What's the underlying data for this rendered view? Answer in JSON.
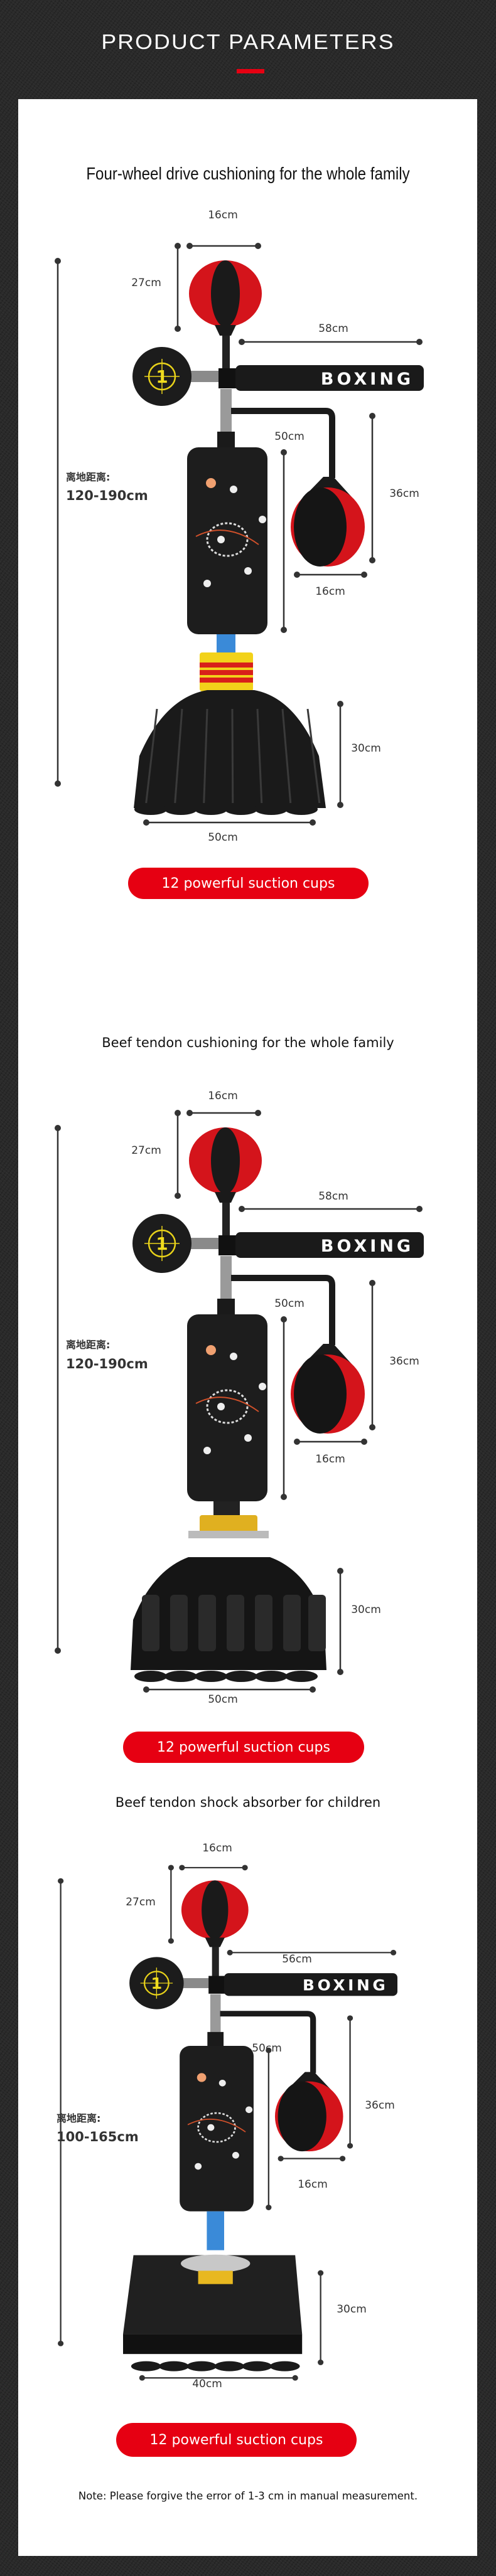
{
  "header": {
    "title": "PRODUCT PARAMETERS"
  },
  "colors": {
    "accent": "#e60012",
    "background": "#2a2a2a",
    "panel": "#ffffff",
    "dimension_line": "#333333",
    "ball_red": "#d4141b"
  },
  "product_print": {
    "target_number": "1",
    "bar_text": "BOXING"
  },
  "sections": [
    {
      "title": "Four-wheel drive cushioning for the whole family",
      "base_type": "springs",
      "dims": {
        "top_ball_width": "16cm",
        "top_ball_height": "27cm",
        "arm_length": "58cm",
        "bag_height": "50cm",
        "speed_ball_height": "36cm",
        "speed_ball_width": "16cm",
        "base_height": "30cm",
        "base_width": "50cm"
      },
      "height_label": "离地距离:",
      "height_range": "120-190cm",
      "badge": "12 powerful suction cups"
    },
    {
      "title": "Beef tendon cushioning for the whole family",
      "base_type": "wheel",
      "dims": {
        "top_ball_width": "16cm",
        "top_ball_height": "27cm",
        "arm_length": "58cm",
        "bag_height": "50cm",
        "speed_ball_height": "36cm",
        "speed_ball_width": "16cm",
        "base_height": "30cm",
        "base_width": "50cm"
      },
      "height_label": "离地距离:",
      "height_range": "120-190cm",
      "badge": "12 powerful suction cups"
    },
    {
      "title": "Beef tendon shock absorber for children",
      "base_type": "platform",
      "dims": {
        "top_ball_width": "16cm",
        "top_ball_height": "27cm",
        "arm_length": "56cm",
        "bag_height": "50cm",
        "speed_ball_height": "36cm",
        "speed_ball_width": "16cm",
        "base_height": "30cm",
        "base_width": "40cm"
      },
      "height_label": "离地距离:",
      "height_range": "100-165cm",
      "badge": "12 powerful suction cups"
    }
  ],
  "note": "Note: Please forgive the error of 1-3 cm in manual measurement."
}
